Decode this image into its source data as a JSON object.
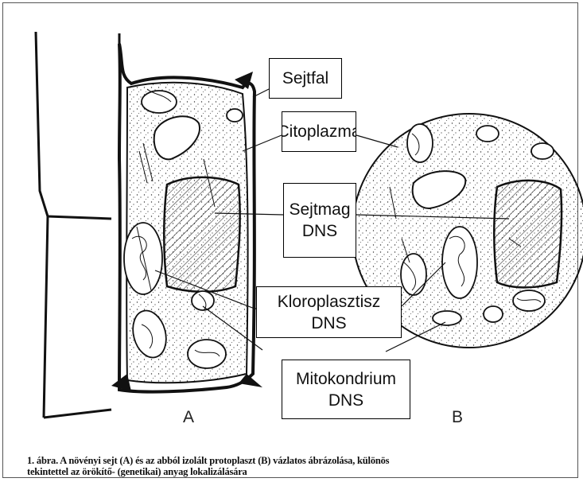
{
  "labels": {
    "sejtfal": "Sejtfal",
    "citoplazma": "Citoplazma",
    "sejtmag_line1": "Sejtmag",
    "sejtmag_line2": "DNS",
    "kloroplasztisz_line1": "Kloroplasztisz",
    "kloroplasztisz_line2": "DNS",
    "mitokondrium_line1": "Mitokondrium",
    "mitokondrium_line2": "DNS"
  },
  "panel_letters": {
    "a": "A",
    "b": "B"
  },
  "caption": {
    "line1": "1. ábra. A növényi sejt (A) és az abból izolált protoplaszt (B) vázlatos ábrázolása, különös",
    "line2": "tekintettel az örökítő- (genetikai) anyag lokalizálására"
  },
  "colors": {
    "background": "#ffffff",
    "ink": "#111111",
    "label_border": "#000000"
  }
}
